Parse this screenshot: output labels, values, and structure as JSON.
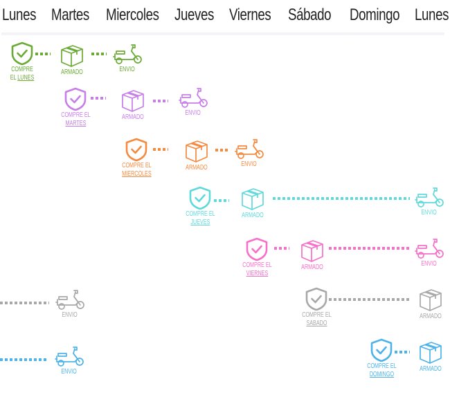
{
  "header": {
    "days": [
      "Lunes",
      "Martes",
      "Miercoles",
      "Jueves",
      "Viernes",
      "Sábado",
      "Domingo",
      "Lunes"
    ]
  },
  "labels": {
    "armado": "ARMADO",
    "envio": "ENVIO",
    "compre_el": "COMPRE EL",
    "compre": "COMPRE",
    "el": "EL"
  },
  "rows": [
    {
      "key": "lunes",
      "purchase_day": "LUNES",
      "color": "#6aaa35"
    },
    {
      "key": "martes",
      "purchase_day": "MARTES",
      "color": "#c77ee8"
    },
    {
      "key": "miercoles",
      "purchase_day": "MIERCOLES",
      "color": "#f58a3f"
    },
    {
      "key": "jueves",
      "purchase_day": "JUEVES",
      "color": "#5fd9db"
    },
    {
      "key": "viernes",
      "purchase_day": "VIERNES",
      "color": "#f76fc9"
    },
    {
      "key": "sabado",
      "purchase_day": "SABADO",
      "color": "#a8a8a8"
    },
    {
      "key": "domingo",
      "purchase_day": "DOMINGO",
      "color": "#4cb3ea"
    }
  ]
}
